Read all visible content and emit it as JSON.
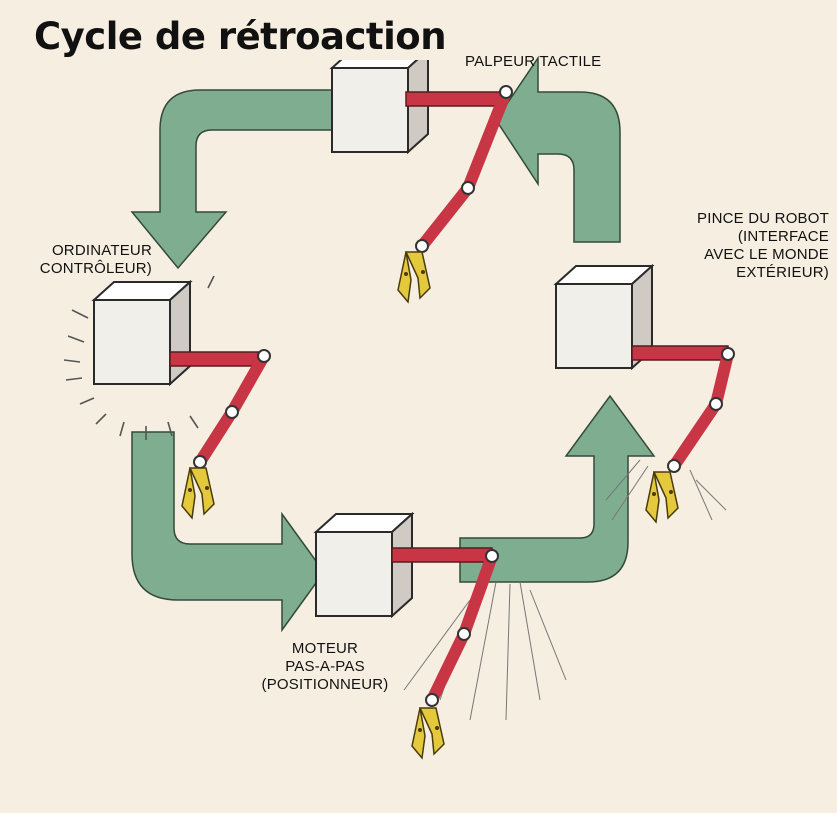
{
  "title": "Cycle de rétroaction",
  "labels": {
    "palpeur": "PALPEUR TACTILE",
    "pince": [
      "PINCE DU ROBOT",
      "(INTERFACE",
      "AVEC LE MONDE",
      "EXTÉRIEUR)"
    ],
    "ordinateur": [
      "ORDINATEUR",
      "CONTRÔLEUR)"
    ],
    "moteur": [
      "MOTEUR",
      "PAS-A-PAS",
      "(POSITIONNEUR)"
    ]
  },
  "colors": {
    "arrow": "#7fad8f",
    "arrow_edge": "#33493c",
    "cube_front": "#f1efea",
    "cube_top": "#ffffff",
    "cube_side": "#cfcbc4",
    "arm": "#c83544",
    "claw": "#e4c93d",
    "background": "#f6efe1"
  },
  "nodes": [
    {
      "id": "palpeur",
      "label_key": "palpeur"
    },
    {
      "id": "pince",
      "label_key": "pince"
    },
    {
      "id": "moteur",
      "label_key": "moteur"
    },
    {
      "id": "ordinateur",
      "label_key": "ordinateur"
    }
  ],
  "edges": [
    {
      "from": "palpeur",
      "to": "ordinateur"
    },
    {
      "from": "ordinateur",
      "to": "moteur"
    },
    {
      "from": "moteur",
      "to": "pince"
    },
    {
      "from": "pince",
      "to": "palpeur"
    }
  ]
}
